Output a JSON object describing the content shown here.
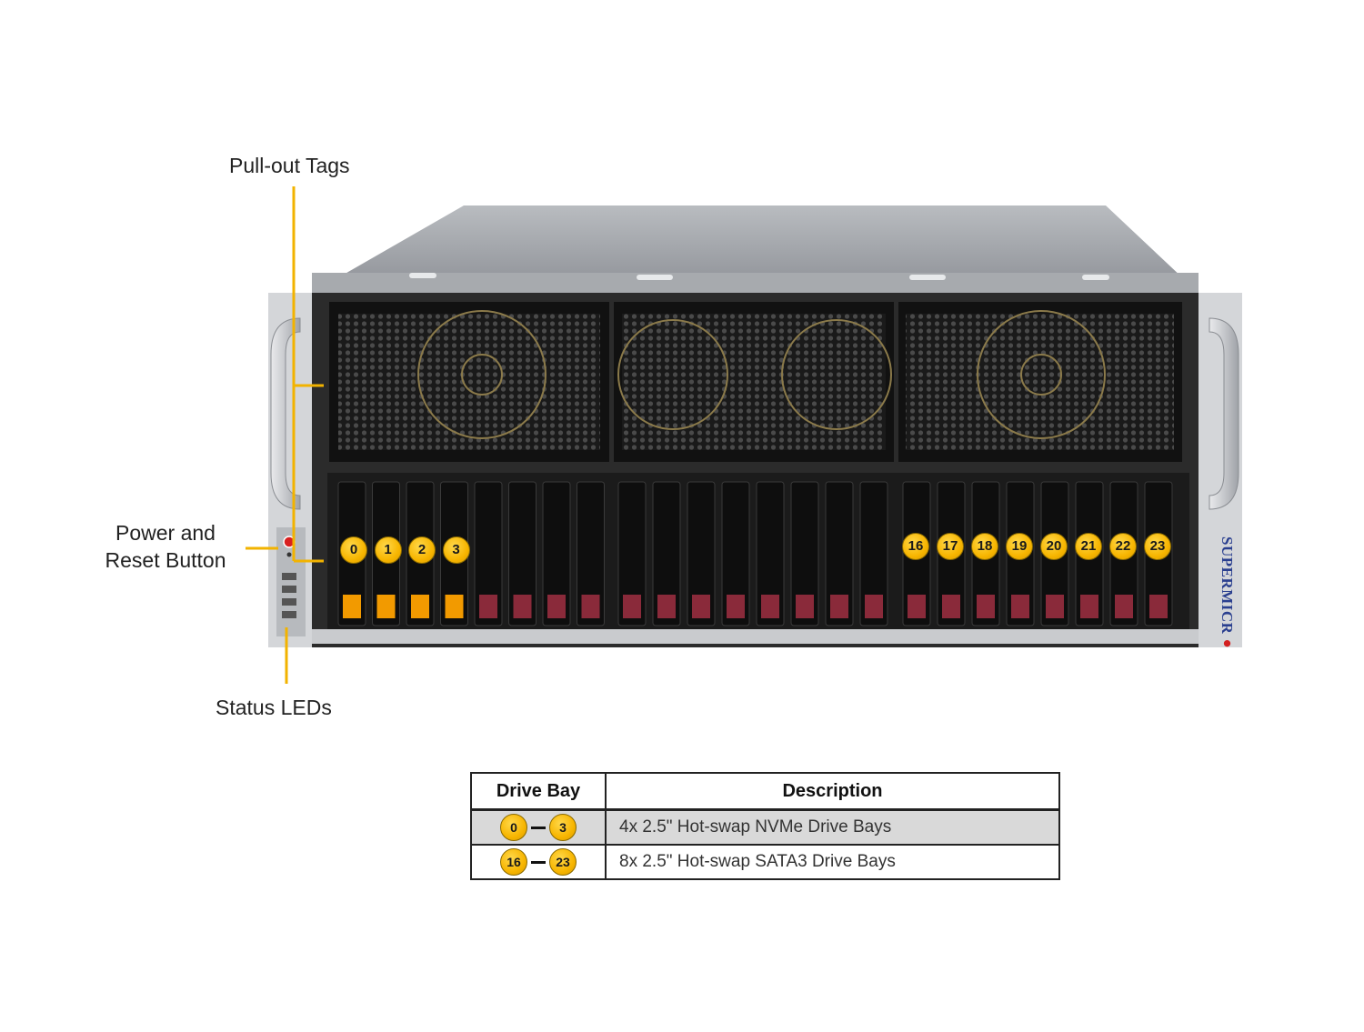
{
  "labels": {
    "pull_out_tags": "Pull-out Tags",
    "power_reset_line1": "Power and",
    "power_reset_line2": "Reset Button",
    "status_leds": "Status LEDs"
  },
  "brand": {
    "name": "SUPERMICR",
    "dot": "●"
  },
  "bays": {
    "nvme": [
      "0",
      "1",
      "2",
      "3"
    ],
    "sata": [
      "16",
      "17",
      "18",
      "19",
      "20",
      "21",
      "22",
      "23"
    ]
  },
  "legend": {
    "header_bay": "Drive Bay",
    "header_desc": "Description",
    "rows": [
      {
        "from": "0",
        "to": "3",
        "desc": "4x 2.5\" Hot-swap NVMe Drive Bays"
      },
      {
        "from": "16",
        "to": "23",
        "desc": "8x 2.5\" Hot-swap SATA3 Drive Bays"
      }
    ]
  },
  "colors": {
    "callout_line": "#f2b300",
    "badge": "#f7b500",
    "chassis": "#2a2a2a",
    "nvme_tray_tab": "#f29a00",
    "sata_tray_tab": "#8a2a3a"
  }
}
